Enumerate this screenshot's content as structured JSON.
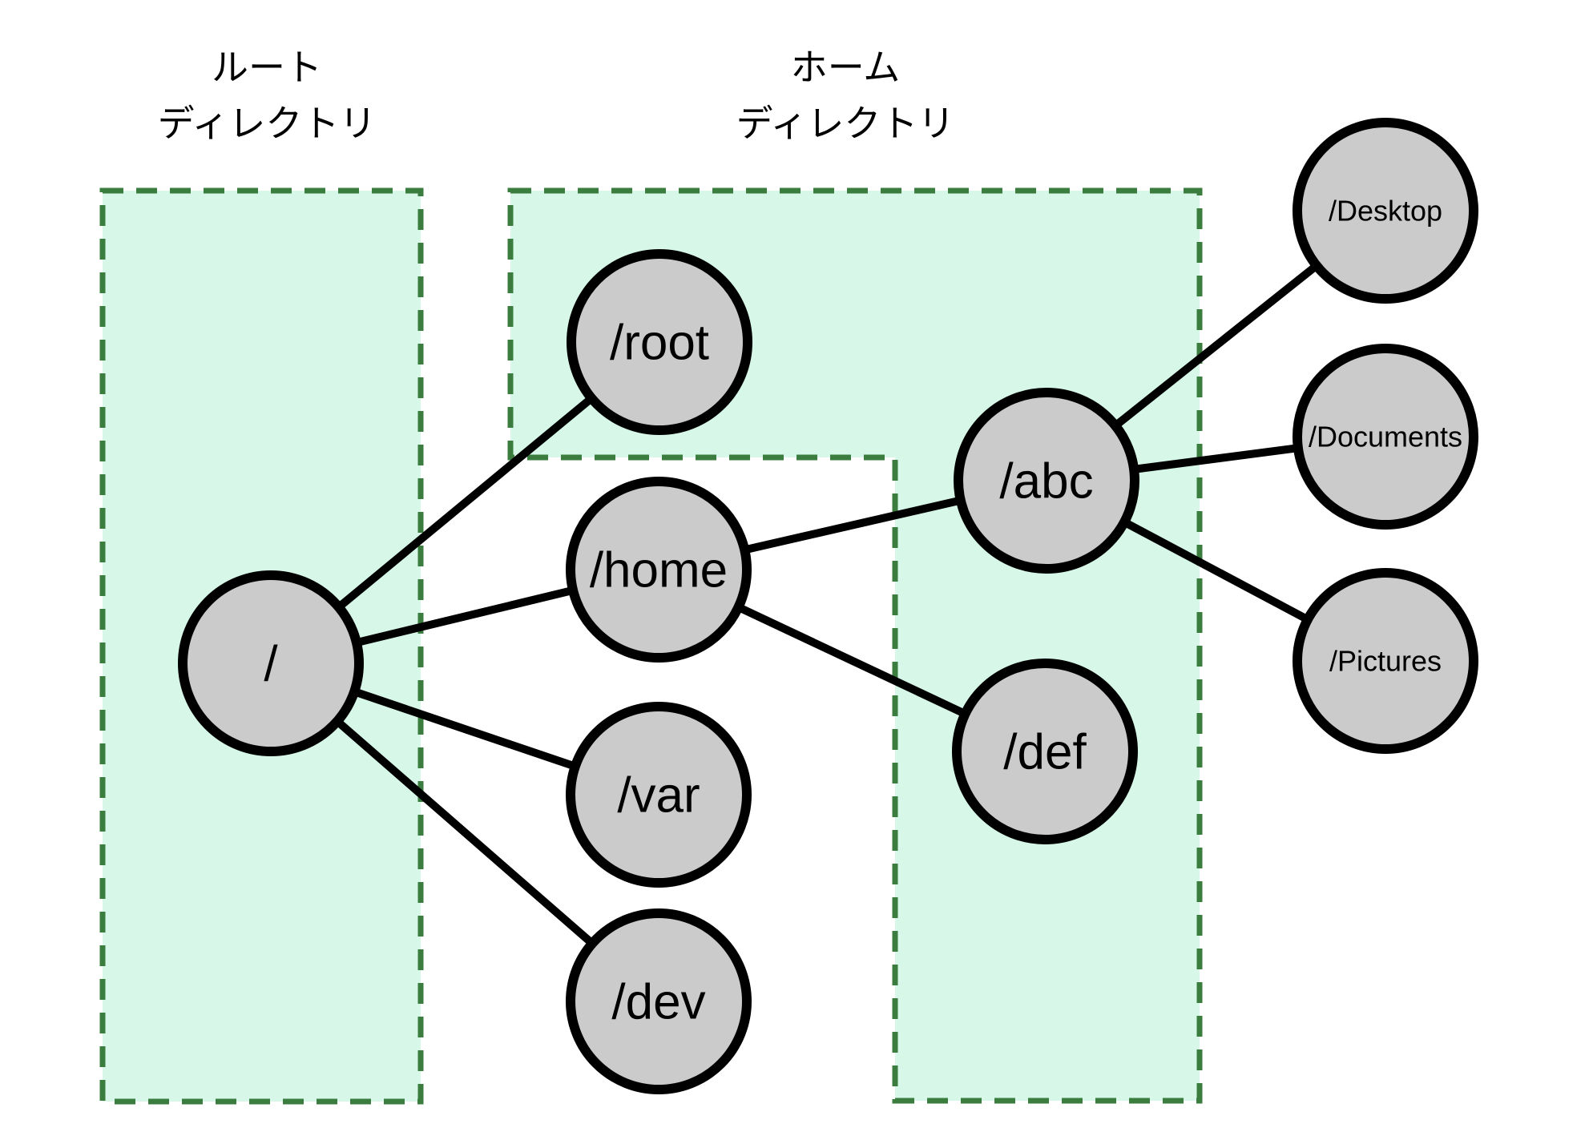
{
  "diagram": {
    "type": "filesystem-directory-tree",
    "region_labels": {
      "root_directory": {
        "line1": "ルート",
        "line2": "ディレクトリ"
      },
      "home_directory": {
        "line1": "ホーム",
        "line2": "ディレクトリ"
      }
    },
    "nodes": {
      "root": {
        "label": "/"
      },
      "root_dir": {
        "label": "/root"
      },
      "home": {
        "label": "/home"
      },
      "var": {
        "label": "/var"
      },
      "dev": {
        "label": "/dev"
      },
      "abc": {
        "label": "/abc"
      },
      "def": {
        "label": "/def"
      },
      "desktop": {
        "label": "/Desktop"
      },
      "documents": {
        "label": "/Documents"
      },
      "pictures": {
        "label": "/Pictures"
      }
    },
    "edges": [
      {
        "from": "/",
        "to": "/root"
      },
      {
        "from": "/",
        "to": "/home"
      },
      {
        "from": "/",
        "to": "/var"
      },
      {
        "from": "/",
        "to": "/dev"
      },
      {
        "from": "/home",
        "to": "/abc"
      },
      {
        "from": "/home",
        "to": "/def"
      },
      {
        "from": "/abc",
        "to": "/Desktop"
      },
      {
        "from": "/abc",
        "to": "/Documents"
      },
      {
        "from": "/abc",
        "to": "/Pictures"
      }
    ],
    "colors": {
      "background": "#ffffff",
      "region_fill": "#d7f8e8",
      "region_border": "#3a7d3e",
      "node_fill": "#cbcbcb",
      "node_border": "#000000",
      "edge": "#000000",
      "text": "#000000"
    }
  }
}
